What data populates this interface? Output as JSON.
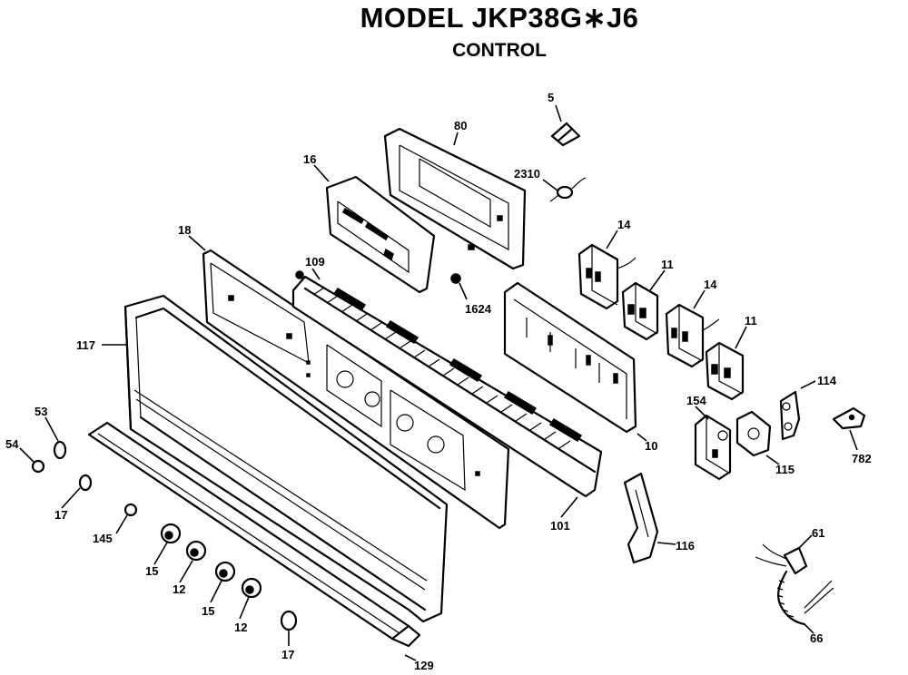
{
  "header": {
    "model": "MODEL JKP38G∗J6",
    "section": "CONTROL"
  },
  "labels": {
    "l5": "5",
    "l80": "80",
    "l2310": "2310",
    "l16": "16",
    "l18": "18",
    "l109": "109",
    "l1624": "1624",
    "l14a": "14",
    "l11a": "11",
    "l14b": "14",
    "l11b": "11",
    "l117": "117",
    "l53": "53",
    "l54": "54",
    "l17a": "17",
    "l145": "145",
    "l15a": "15",
    "l12a": "12",
    "l15b": "15",
    "l12b": "12",
    "l17b": "17",
    "l129": "129",
    "l101": "101",
    "l10": "10",
    "l154": "154",
    "l115": "115",
    "l116": "116",
    "l114": "114",
    "l782": "782",
    "l61": "61",
    "l66": "66"
  }
}
